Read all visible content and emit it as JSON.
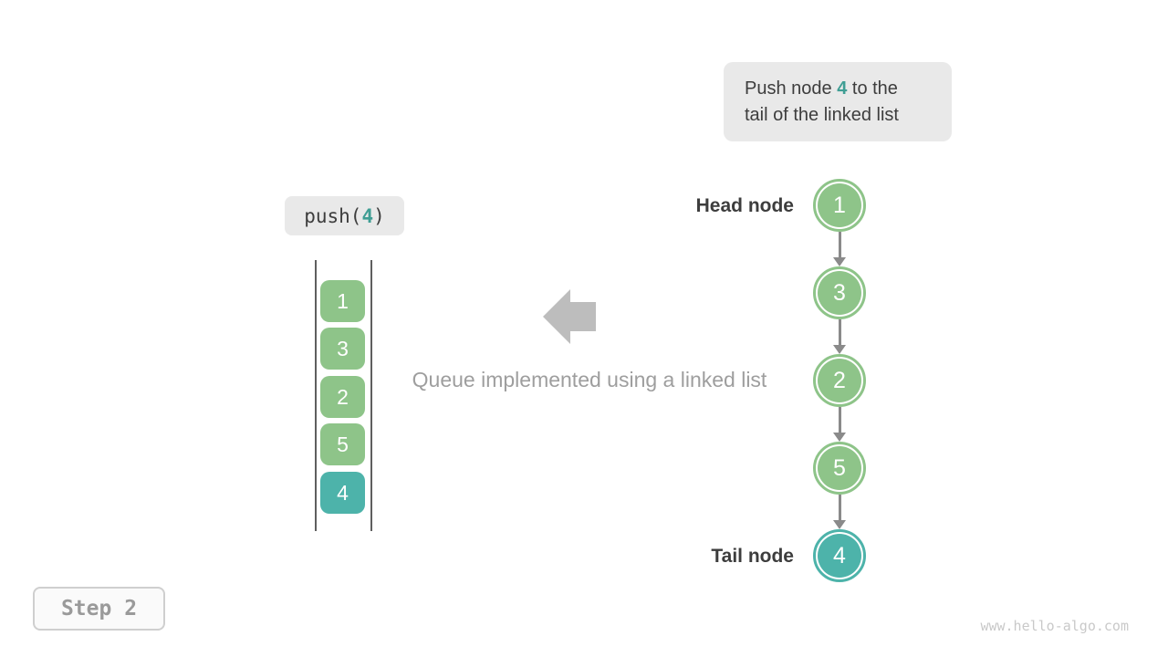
{
  "colors": {
    "node_green": "#8ec489",
    "node_teal": "#4db3aa",
    "accent_teal": "#3f9e94",
    "bubble_bg": "#e9e9e9",
    "dark_text": "#3d3d3d",
    "gray_text": "#9e9e9e",
    "big_arrow": "#bdbdbd",
    "link_arrow": "#8a8a8a",
    "channel_line": "#5f5f5f",
    "step_text": "#9a9a9a",
    "step_border": "#cfcfcf",
    "step_bg": "#fafafa",
    "watermark": "#c9c9c9"
  },
  "bubble": {
    "line1_pre": "Push node ",
    "value": "4",
    "line1_post": " to the",
    "line2": "tail of the linked list"
  },
  "push_label": {
    "pre": "push(",
    "value": "4",
    "post": ")"
  },
  "queue": {
    "items": [
      {
        "value": "1",
        "highlight": false
      },
      {
        "value": "3",
        "highlight": false
      },
      {
        "value": "2",
        "highlight": false
      },
      {
        "value": "5",
        "highlight": false
      },
      {
        "value": "4",
        "highlight": true
      }
    ]
  },
  "caption": "Queue implemented using a linked list",
  "linked_list": {
    "head_label": "Head node",
    "tail_label": "Tail node",
    "nodes": [
      {
        "value": "1",
        "highlight": false
      },
      {
        "value": "3",
        "highlight": false
      },
      {
        "value": "2",
        "highlight": false
      },
      {
        "value": "5",
        "highlight": false
      },
      {
        "value": "4",
        "highlight": true
      }
    ]
  },
  "step_label": "Step 2",
  "watermark": "www.hello-algo.com"
}
